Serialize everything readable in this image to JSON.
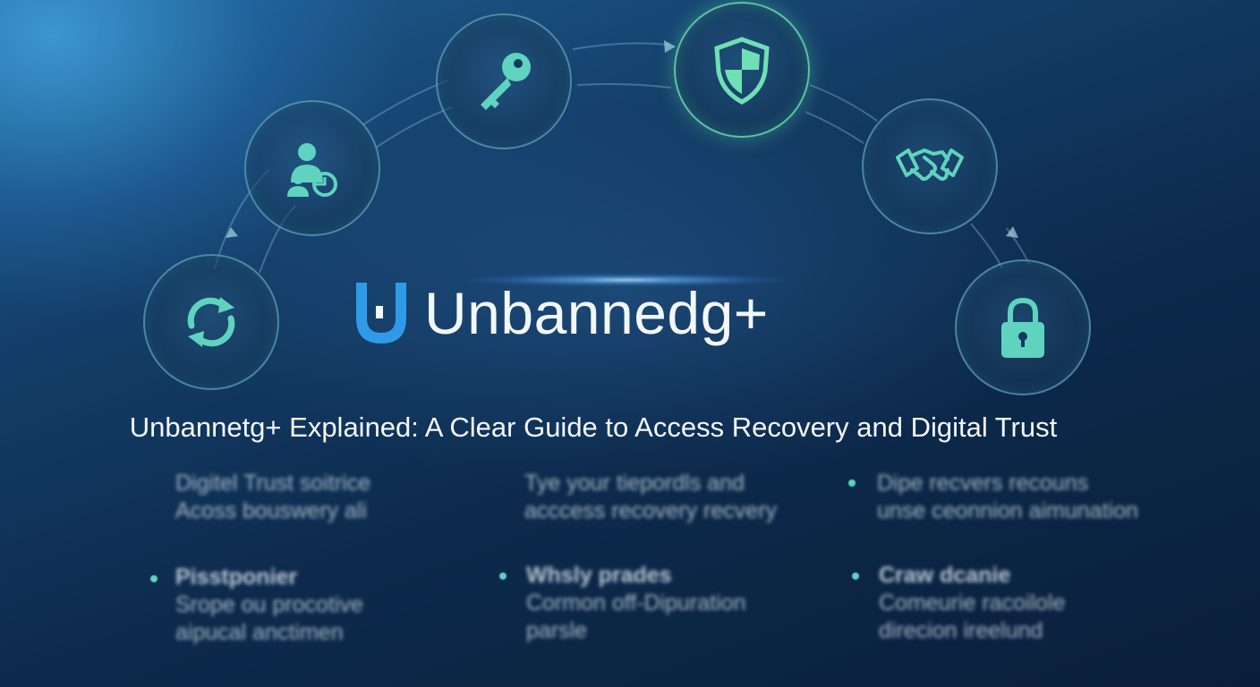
{
  "brand": {
    "name": "Unbannedg+"
  },
  "headline": "Unbannetg+ Explained: A Clear Guide to Access Recovery and Digital Trust",
  "nodes": [
    {
      "name": "refresh-icon"
    },
    {
      "name": "user-recovery-icon"
    },
    {
      "name": "key-icon"
    },
    {
      "name": "shield-icon"
    },
    {
      "name": "handshake-icon"
    },
    {
      "name": "padlock-icon"
    }
  ],
  "colors": {
    "accent": "#6fe0b4",
    "teal": "#5fd3c0",
    "logo_blue": "#2f9be8"
  },
  "blurred_columns": [
    {
      "line1": "Digitel Trust soitrice",
      "line2": "Acoss bouswery ali"
    },
    {
      "line1": "Tye your tiepordls and",
      "line2": "acccess recovery recvery"
    },
    {
      "line1": "Dipe recvers recouns",
      "line2": "unse ceonnion aimunation"
    },
    {
      "line1": "Pisstponier",
      "line2": "Srope ou procotive",
      "line3": "aipucal anctimen"
    },
    {
      "line1": "Whsly prades",
      "line2": "Cormon off-Dipuration",
      "line3": "parsle"
    },
    {
      "line1": "Craw dcanie",
      "line2": "Comeurie racoilole",
      "line3": "direcion ireelund"
    }
  ]
}
